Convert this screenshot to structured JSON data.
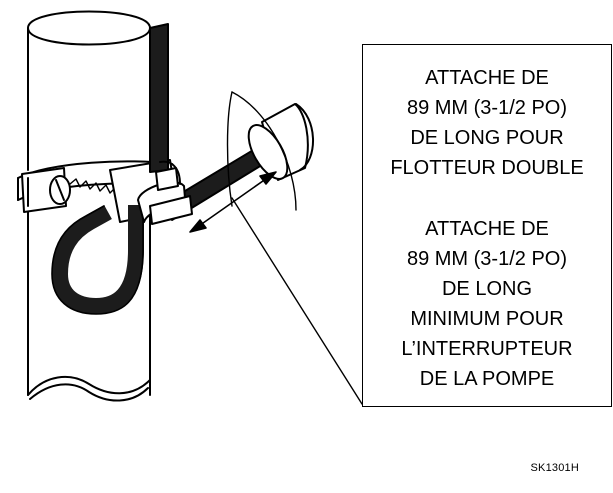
{
  "callout": {
    "block1": [
      "ATTACHE DE",
      "89 MM (3-1/2 PO)",
      "DE LONG POUR",
      "FLOTTEUR DOUBLE"
    ],
    "block2": [
      "ATTACHE DE",
      "89 MM (3-1/2 PO)",
      "DE LONG",
      "MINIMUM POUR",
      "L’INTERRUPTEUR",
      "DE LA POMPE"
    ]
  },
  "reference_code": "SK1301H"
}
